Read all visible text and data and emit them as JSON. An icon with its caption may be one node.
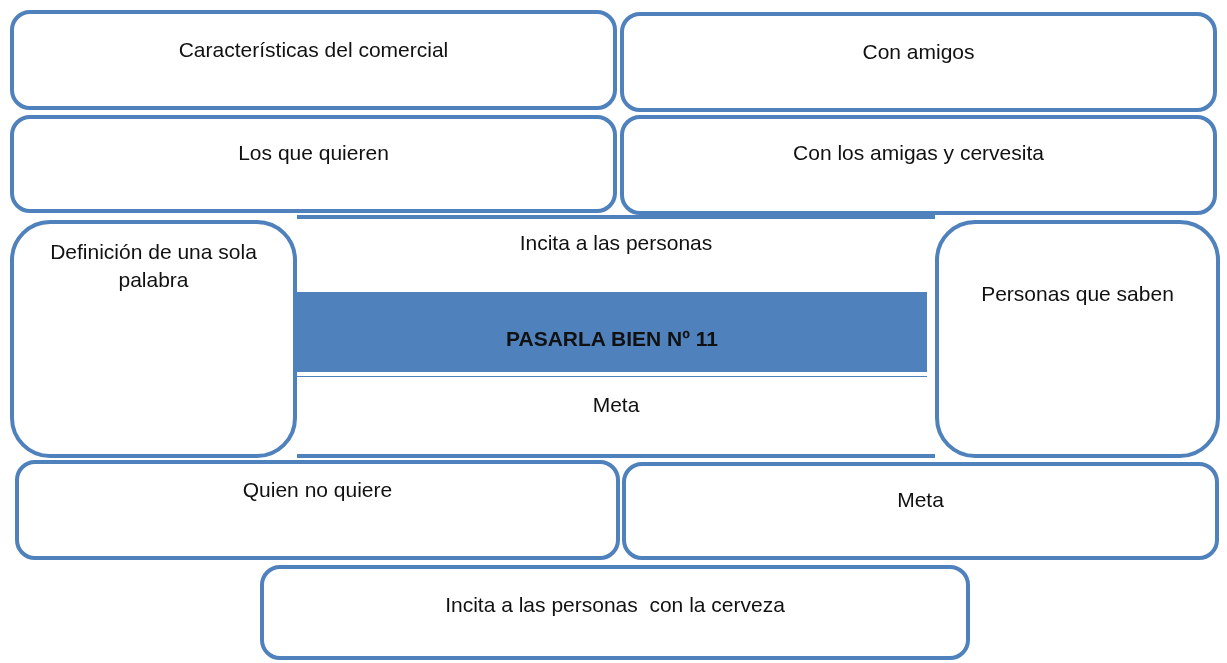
{
  "diagram": {
    "nodes": [
      {
        "text": [
          "Características del comercial"
        ]
      },
      {
        "text": [
          "Con amigos"
        ]
      },
      {
        "text": [
          "Los que quieren"
        ]
      },
      {
        "text": [
          "Con los amigas y cervesita"
        ]
      },
      {
        "text": [
          "Incita a las personas",
          "Meta"
        ]
      },
      {
        "text": [
          "PASARLA BIEN Nº 11"
        ],
        "in": 4
      },
      {
        "text": [
          "Definición de una sola palabra"
        ]
      },
      {
        "text": [
          "Personas que saben"
        ]
      },
      {
        "text": [
          "Quien no quiere"
        ]
      },
      {
        "text": [
          "Meta"
        ]
      },
      {
        "text": [
          "Incita a las personas  con la cerveza"
        ]
      }
    ],
    "edges": []
  }
}
